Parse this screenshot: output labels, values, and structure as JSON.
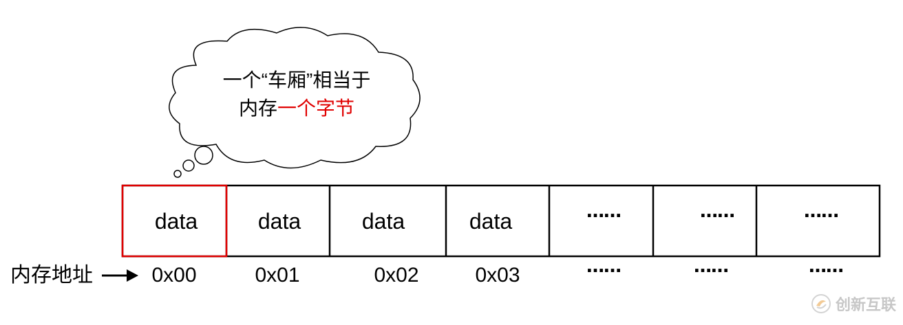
{
  "cloud": {
    "line1": "一个“车厢”相当于",
    "line2_black": "内存",
    "line2_red": "一个字节"
  },
  "colors": {
    "stroke": "#000000",
    "highlight": "#e00000",
    "watermark": "#9a9a9a"
  },
  "cells": [
    {
      "label": "data",
      "address": "0x00"
    },
    {
      "label": "data",
      "address": "0x01"
    },
    {
      "label": "data",
      "address": "0x02"
    },
    {
      "label": "data",
      "address": "0x03"
    },
    {
      "label": "……",
      "address": "……"
    },
    {
      "label": "……",
      "address": "……"
    },
    {
      "label": "……",
      "address": "……"
    }
  ],
  "address_title": "内存地址",
  "watermark": {
    "icon": "brand-logo-icon",
    "text": "创新互联"
  }
}
